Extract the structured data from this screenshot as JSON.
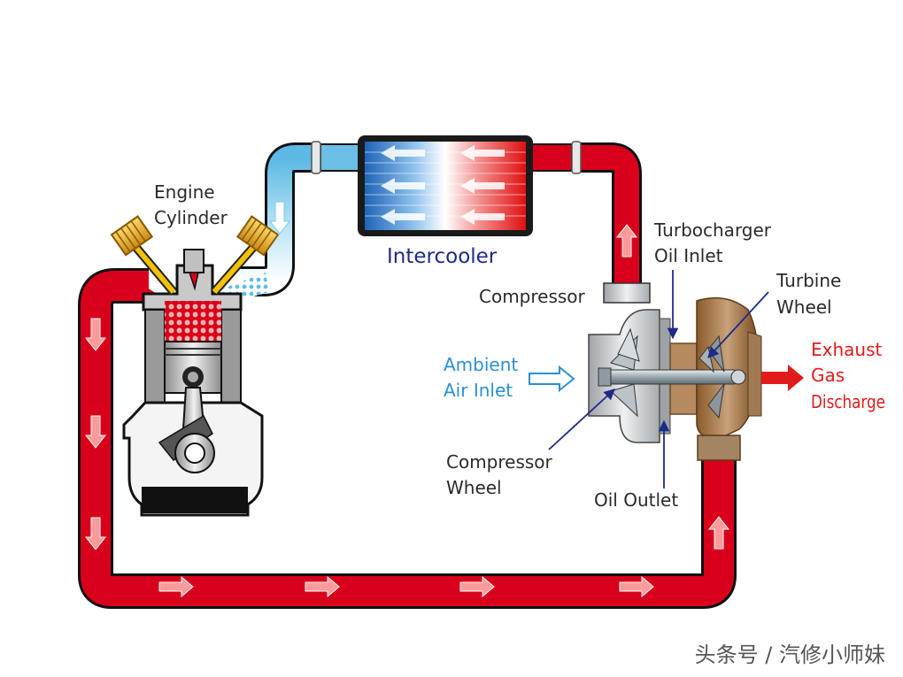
{
  "labels": {
    "engine_cylinder": [
      "Engine",
      "Cylinder"
    ],
    "intercooler": "Intercooler",
    "turbo_oil_inlet": [
      "Turbocharger",
      "Oil Inlet"
    ],
    "compressor": "Compressor",
    "turbine_wheel": [
      "Turbine",
      "Wheel"
    ],
    "ambient_air_inlet": [
      "Ambient",
      "Air Inlet"
    ],
    "exhaust_gas": [
      "Exhaust",
      "Gas",
      "Discharge"
    ],
    "compressor_wheel": [
      "Compressor",
      "Wheel"
    ],
    "oil_outlet": "Oil Outlet"
  },
  "watermark": "头条号 / 汽修小师妹",
  "colors": {
    "hot_pipe": "#d9001b",
    "cool_pipe": "#7cc8ec",
    "label_dark": "#2a2a2a",
    "label_blue": "#2c8fd6",
    "label_red": "#e31a1a",
    "label_navy": "#1d2a8a"
  }
}
